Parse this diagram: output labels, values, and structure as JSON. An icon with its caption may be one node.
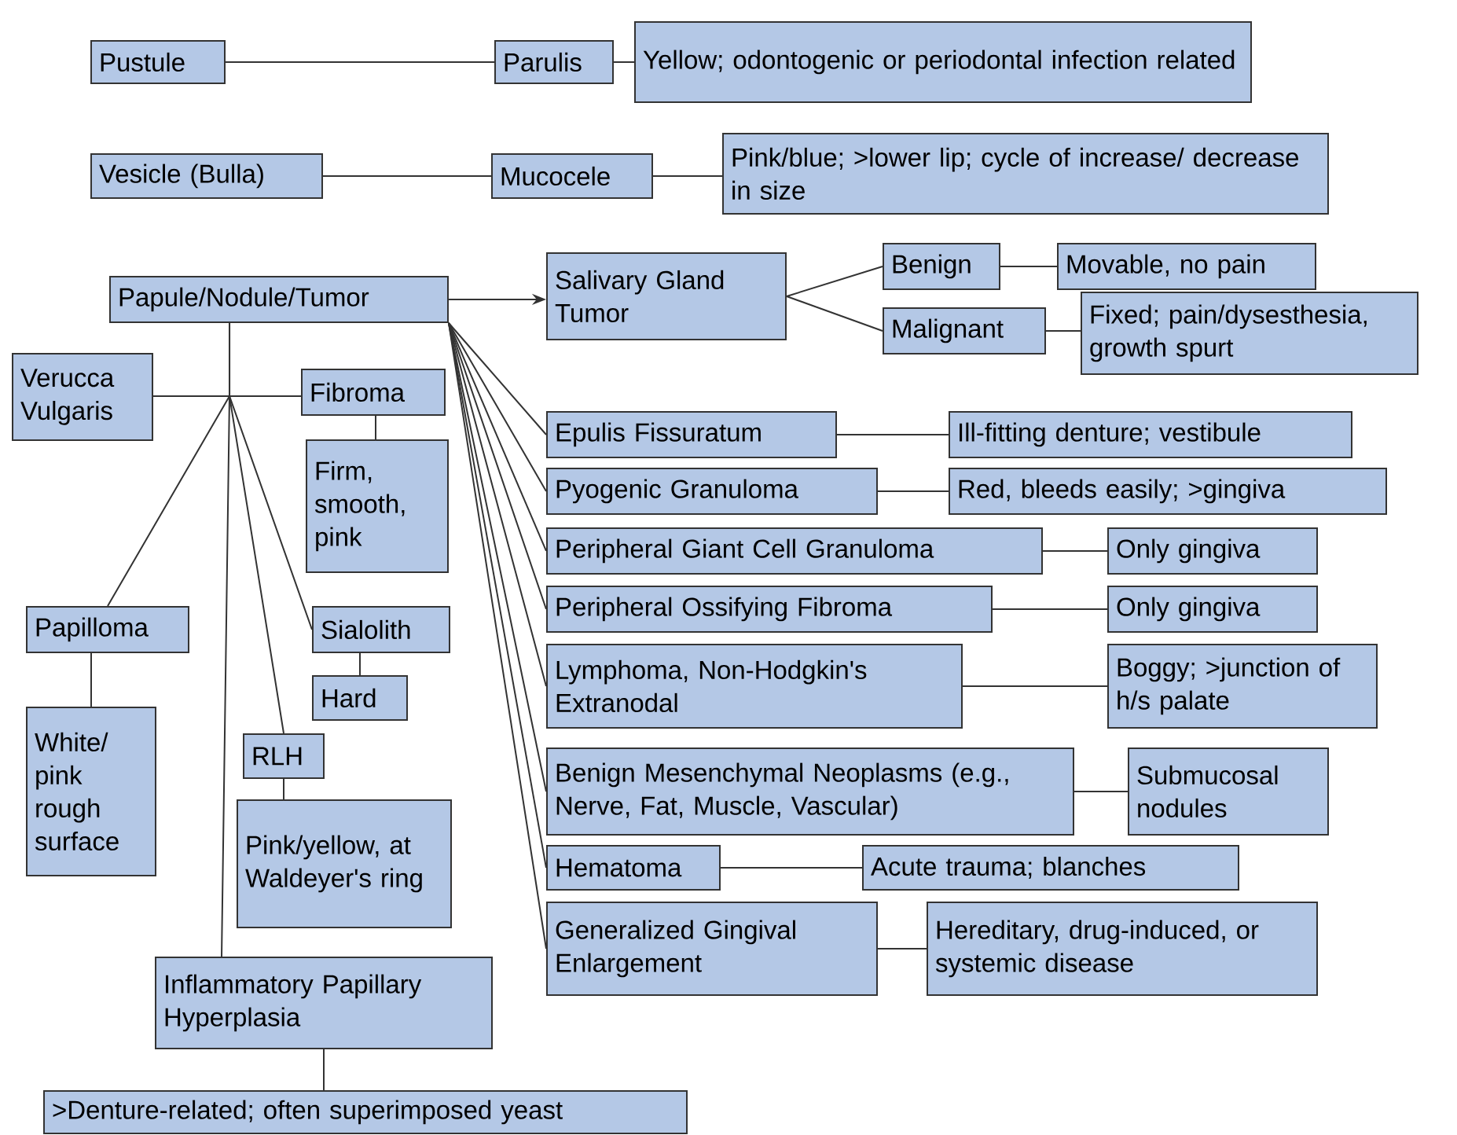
{
  "diagram": {
    "nodes": [
      {
        "text": [
          "Pustule"
        ]
      },
      {
        "text": [
          "Parulis"
        ]
      },
      {
        "text": [
          "Yellow; odontogenic or periodontal infection related"
        ]
      },
      {
        "text": [
          "Vesicle (Bulla)"
        ]
      },
      {
        "text": [
          "Mucocele"
        ]
      },
      {
        "text": [
          "Pink/blue; >lower lip; cycle of increase/ decrease in size"
        ]
      },
      {
        "text": [
          "Papule/Nodule/Tumor"
        ]
      },
      {
        "text": [
          "Salivary Gland Tumor"
        ]
      },
      {
        "text": [
          "Benign"
        ]
      },
      {
        "text": [
          "Movable, no pain"
        ]
      },
      {
        "text": [
          "Malignant"
        ]
      },
      {
        "text": [
          "Fixed; pain/dysesthesia, growth spurt"
        ]
      },
      {
        "text": [
          "Verucca Vulgaris"
        ]
      },
      {
        "text": [
          "Fibroma"
        ]
      },
      {
        "text": [
          "Firm, smooth, pink"
        ]
      },
      {
        "text": [
          "Epulis Fissuratum"
        ]
      },
      {
        "text": [
          "Ill-fitting denture; vestibule"
        ]
      },
      {
        "text": [
          "Pyogenic Granuloma"
        ]
      },
      {
        "text": [
          "Red, bleeds easily; >gingiva"
        ]
      },
      {
        "text": [
          "Peripheral Giant Cell Granuloma"
        ]
      },
      {
        "text": [
          "Only gingiva"
        ]
      },
      {
        "text": [
          "Peripheral Ossifying Fibroma"
        ]
      },
      {
        "text": [
          "Only gingiva"
        ]
      },
      {
        "text": [
          "Papilloma"
        ]
      },
      {
        "text": [
          "Sialolith"
        ]
      },
      {
        "text": [
          "Hard"
        ]
      },
      {
        "text": [
          "Lymphoma, Non-Hodgkin's Extranodal"
        ]
      },
      {
        "text": [
          "Boggy; >junction of h/s palate"
        ]
      },
      {
        "text": [
          "White/ pink rough surface"
        ]
      },
      {
        "text": [
          "RLH"
        ]
      },
      {
        "text": [
          "Pink/yellow, at Waldeyer's ring"
        ]
      },
      {
        "text": [
          "Benign Mesenchymal Neoplasms (e.g., Nerve, Fat, Muscle, Vascular)"
        ]
      },
      {
        "text": [
          "Submucosal nodules"
        ]
      },
      {
        "text": [
          "Hematoma"
        ]
      },
      {
        "text": [
          "Acute trauma; blanches"
        ]
      },
      {
        "text": [
          "Generalized Gingival Enlargement"
        ]
      },
      {
        "text": [
          "Hereditary, drug-induced, or systemic disease"
        ]
      },
      {
        "text": [
          "Inflammatory Papillary Hyperplasia"
        ]
      },
      {
        "text": [
          ">Denture-related; often superimposed yeast"
        ]
      }
    ],
    "edges": [
      {
        "from": 0,
        "to": 1,
        "arrow": "none"
      },
      {
        "from": 1,
        "to": 2,
        "arrow": "none"
      },
      {
        "from": 3,
        "to": 4,
        "arrow": "none"
      },
      {
        "from": 4,
        "to": 5,
        "arrow": "none"
      },
      {
        "from": 6,
        "to": 7,
        "arrow": "to"
      },
      {
        "from": 7,
        "to": 8,
        "arrow": "none"
      },
      {
        "from": 7,
        "to": 10,
        "arrow": "none"
      },
      {
        "from": 8,
        "to": 9,
        "arrow": "none"
      },
      {
        "from": 10,
        "to": 11,
        "arrow": "none"
      },
      {
        "from": 6,
        "to": 12,
        "arrow": "none"
      },
      {
        "from": 6,
        "to": 13,
        "arrow": "none"
      },
      {
        "from": 13,
        "to": 14,
        "arrow": "none"
      },
      {
        "from": 6,
        "to": 15,
        "arrow": "none"
      },
      {
        "from": 15,
        "to": 16,
        "arrow": "none"
      },
      {
        "from": 6,
        "to": 17,
        "arrow": "none"
      },
      {
        "from": 17,
        "to": 18,
        "arrow": "none"
      },
      {
        "from": 6,
        "to": 19,
        "arrow": "none"
      },
      {
        "from": 19,
        "to": 20,
        "arrow": "none"
      },
      {
        "from": 6,
        "to": 21,
        "arrow": "none"
      },
      {
        "from": 21,
        "to": 22,
        "arrow": "none"
      },
      {
        "from": 6,
        "to": 23,
        "arrow": "none"
      },
      {
        "from": 23,
        "to": 28,
        "arrow": "none"
      },
      {
        "from": 6,
        "to": 24,
        "arrow": "none"
      },
      {
        "from": 24,
        "to": 25,
        "arrow": "none"
      },
      {
        "from": 6,
        "to": 26,
        "arrow": "none"
      },
      {
        "from": 26,
        "to": 27,
        "arrow": "none"
      },
      {
        "from": 6,
        "to": 29,
        "arrow": "none"
      },
      {
        "from": 29,
        "to": 30,
        "arrow": "none"
      },
      {
        "from": 6,
        "to": 31,
        "arrow": "none"
      },
      {
        "from": 31,
        "to": 32,
        "arrow": "none"
      },
      {
        "from": 6,
        "to": 33,
        "arrow": "none"
      },
      {
        "from": 33,
        "to": 34,
        "arrow": "none"
      },
      {
        "from": 6,
        "to": 35,
        "arrow": "none"
      },
      {
        "from": 35,
        "to": 36,
        "arrow": "none"
      },
      {
        "from": 6,
        "to": 37,
        "arrow": "none"
      },
      {
        "from": 37,
        "to": 38,
        "arrow": "none"
      }
    ]
  }
}
